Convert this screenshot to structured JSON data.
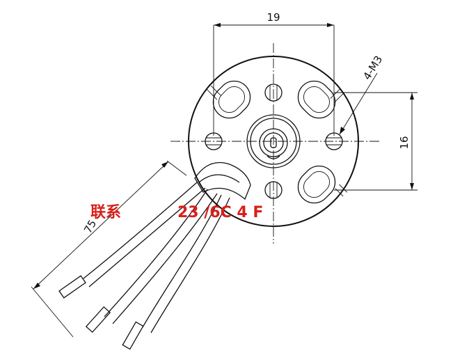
{
  "dimensions": {
    "width": "19",
    "height": "16",
    "holes": "4-M3",
    "wire_length": "75"
  },
  "watermark": {
    "prefix": "联系",
    "code": "23 /6C 4 F"
  },
  "colors": {
    "line": "#111111",
    "watermark": "#d8201a",
    "background": "#ffffff"
  }
}
